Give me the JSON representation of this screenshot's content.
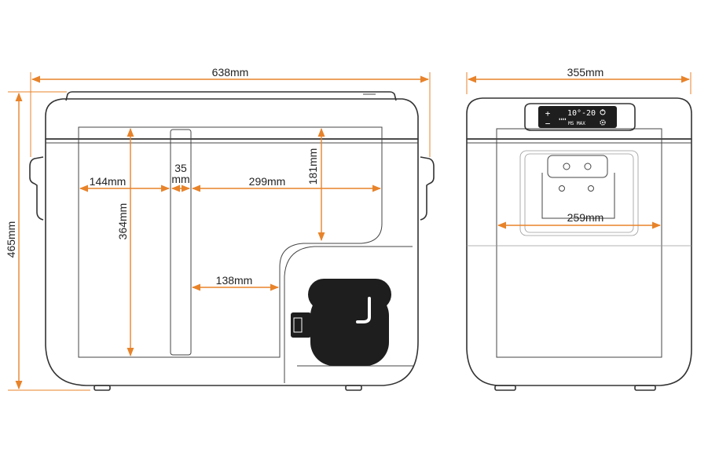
{
  "colors": {
    "dimension": "#e8832a",
    "outline": "#333333",
    "compressor": "#1e1e1e",
    "panel": "#1e1e1e"
  },
  "dimensions": {
    "overall_width": "638mm",
    "overall_depth": "355mm",
    "overall_height": "465mm",
    "large_compartment_width": "144mm",
    "divider_width_top": "35",
    "divider_width_bottom": "mm",
    "right_compartment_width": "299mm",
    "right_upper_depth": "181mm",
    "inner_height": "364mm",
    "lower_compartment_width": "138mm",
    "basket_width": "259mm"
  },
  "control_panel": {
    "plus": "+",
    "minus": "−",
    "display_main": "10°-20",
    "display_sub": "MS   MAX",
    "display_bar": "▮▮▮▮",
    "power_icon": "power-icon",
    "settings_icon": "gear-icon"
  }
}
